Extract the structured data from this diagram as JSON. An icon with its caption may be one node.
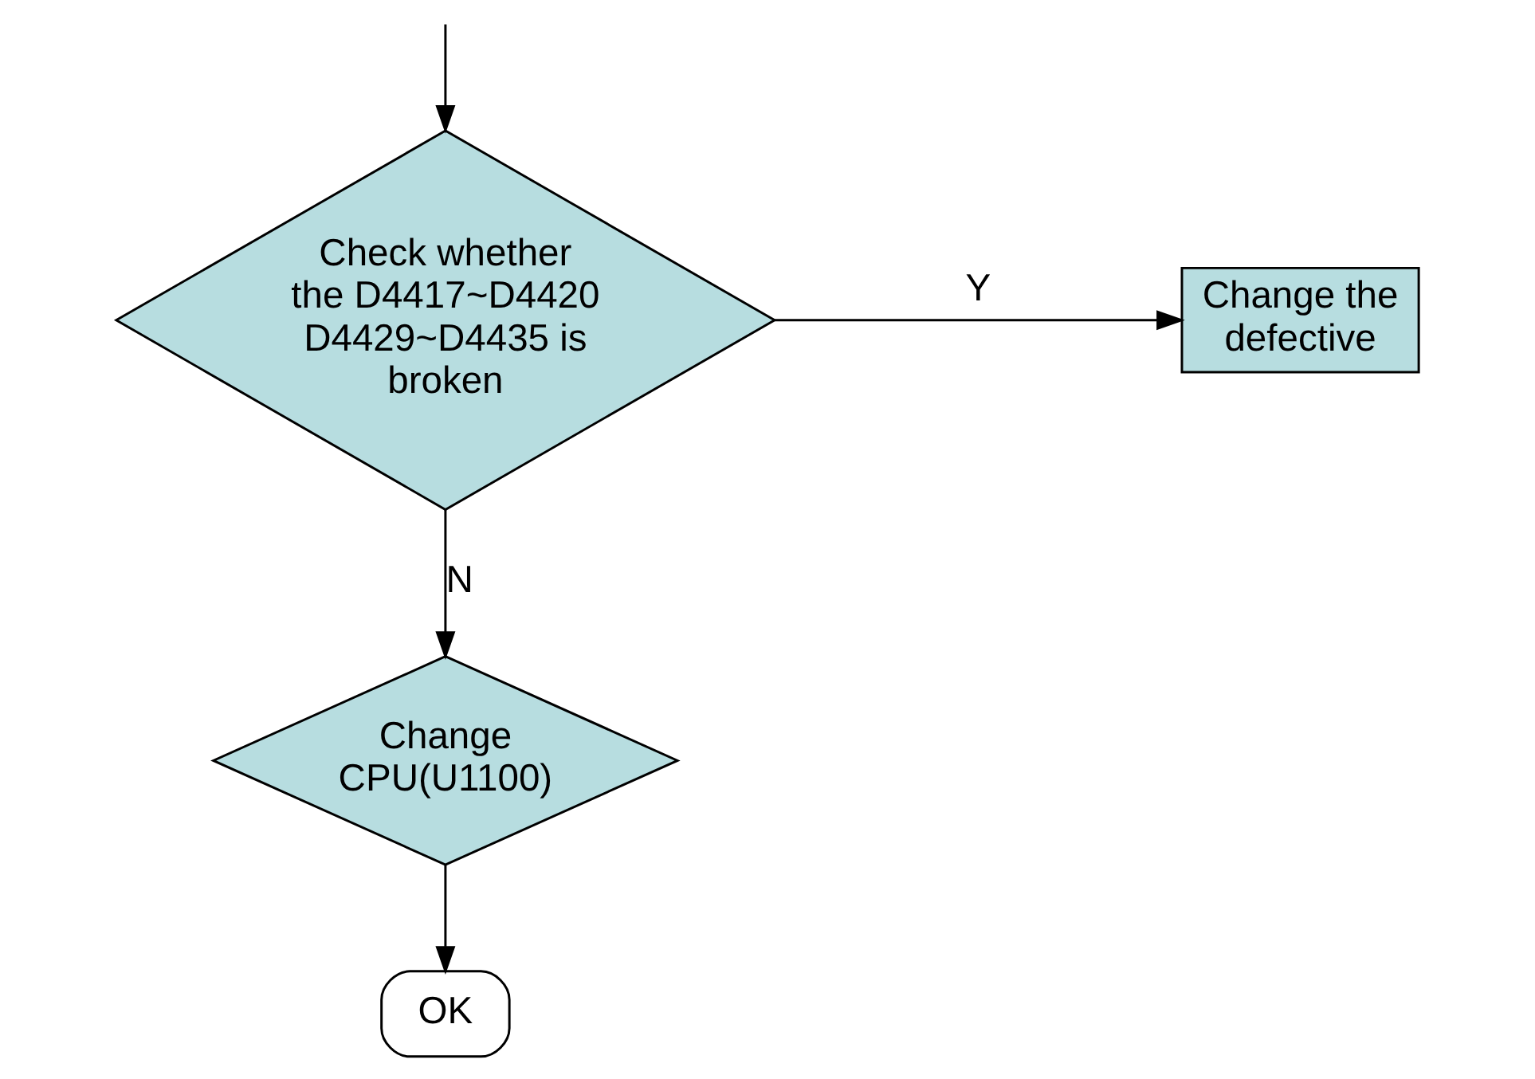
{
  "diagram": {
    "nodes": [
      {
        "text": [
          "Check whether the D4417~D4420 D4429~D4435 is broken"
        ]
      },
      {
        "text": [
          "Change the defective"
        ]
      },
      {
        "text": [
          "Change CPU(U1100)"
        ]
      },
      {
        "text": [
          "OK"
        ]
      }
    ],
    "edges": [
      {
        "from": null,
        "to": 0,
        "arrow": "to"
      },
      {
        "from": 0,
        "to": 1,
        "arrow": "to",
        "label": "Y"
      },
      {
        "from": 0,
        "to": 2,
        "arrow": "to",
        "label": "N"
      },
      {
        "from": 2,
        "to": 3,
        "arrow": "to"
      }
    ]
  }
}
